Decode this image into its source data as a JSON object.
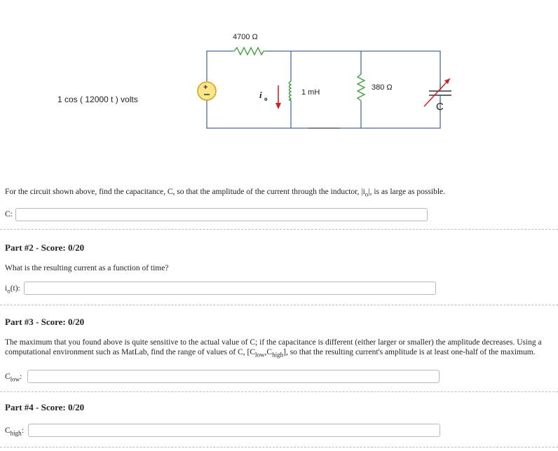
{
  "circuit": {
    "source_label": "1 cos ( 12000 t ) volts",
    "r1_label": "4700 Ω",
    "inductor_label": "1 mH",
    "r2_label": "380 Ω",
    "cap_label": "C",
    "current_label": "i",
    "current_sub": "o"
  },
  "part1": {
    "question": "For the circuit shown above, find the capacitance, C, so that the amplitude of the current through the inductor, |i",
    "question_sub": "o",
    "question_end": "|, is as large as possible.",
    "field_label": "C:",
    "field_value": ""
  },
  "part2": {
    "title": "Part #2 - Score: 0/20",
    "question": "What is the resulting current as a function of time?",
    "field_label_main": "i",
    "field_label_sub": "o",
    "field_label_end": "(t):",
    "field_value": ""
  },
  "part3": {
    "title": "Part #3 - Score: 0/20",
    "q_line1": "The maximum that you found above is quite sensitive to the actual value of C; if the capacitance is different (either larger or smaller) the amplitude decreases. Using a",
    "q_line2a": "computational environment such as MatLab, find the range of values of C, [C",
    "q_sub1": "low",
    "q_mid": ",C",
    "q_sub2": "high",
    "q_line2b": "], so that the resulting current's amplitude is at least one-half of the maximum.",
    "field_label_main": "C",
    "field_label_sub": "low",
    "field_label_end": ":",
    "field_value": ""
  },
  "part4": {
    "title": "Part #4 - Score: 0/20",
    "field_label_main": "C",
    "field_label_sub": "high",
    "field_label_end": ":",
    "field_value": ""
  },
  "colors": {
    "source_fill": "#fde68a",
    "source_stroke": "#d4a017",
    "wire": "#4a6a9a",
    "cap_arrow": "#cc2222",
    "current_arrow": "#cc2222"
  }
}
